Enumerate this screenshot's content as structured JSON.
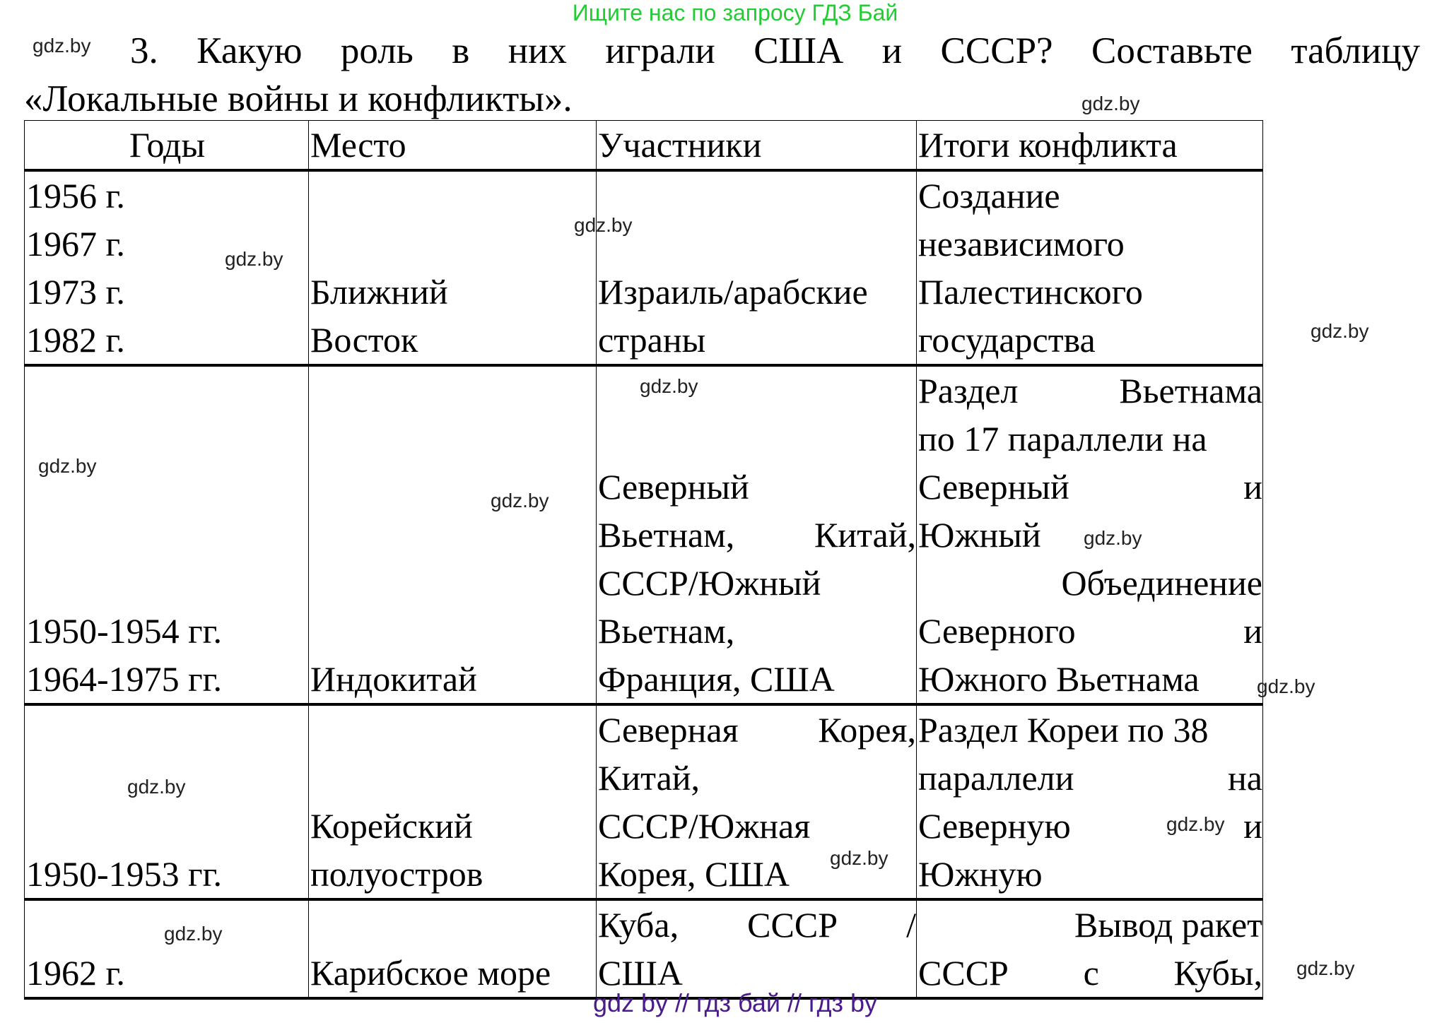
{
  "banner": "Ищите нас по запросу ГДЗ Бай",
  "question": {
    "line1": "3. Какую роль в них играли США и СССР? Составьте таблицу",
    "line2": "«Локальные войны и конфликты»."
  },
  "table": {
    "headers": [
      "Годы",
      "Место",
      "Участники",
      "Итоги конфликта"
    ],
    "rows": [
      {
        "years": [
          "1956 г.",
          "1967 г.",
          "1973 г.",
          "1982 г."
        ],
        "place": [
          "Ближний",
          "Восток"
        ],
        "participants": [
          "Израиль/арабские",
          "страны"
        ],
        "results": [
          "Создание",
          "независимого",
          "Палестинского",
          "государства"
        ]
      },
      {
        "years": [
          "1950-1954 гг.",
          "1964-1975 гг."
        ],
        "place": [
          "Индокитай"
        ],
        "participants": [
          "Северный",
          "Вьетнам, Китай,",
          "СССР/Южный",
          "Вьетнам,",
          "Франция, США"
        ],
        "results": [
          "Раздел Вьетнама",
          "по 17 параллели на",
          "Северный и",
          "Южный",
          "Объединение",
          "Северного и",
          "Южного Вьетнама"
        ]
      },
      {
        "years": [
          "1950-1953 гг."
        ],
        "place": [
          "Корейский",
          "полуостров"
        ],
        "participants": [
          "Северная Корея,",
          "Китай,",
          "СССР/Южная",
          "Корея, США"
        ],
        "results": [
          "Раздел Кореи по 38",
          "параллели на",
          "Северную и",
          "Южную"
        ]
      },
      {
        "years": [
          "1962 г."
        ],
        "place": [
          "Карибское море"
        ],
        "participants": [
          "Куба, СССР /",
          "США"
        ],
        "results": [
          "Вывод ракет",
          "СССР с Кубы,"
        ]
      }
    ]
  },
  "watermark": "gdz.by",
  "footer": "gdz by  //  гдз бай  //  гдз by"
}
